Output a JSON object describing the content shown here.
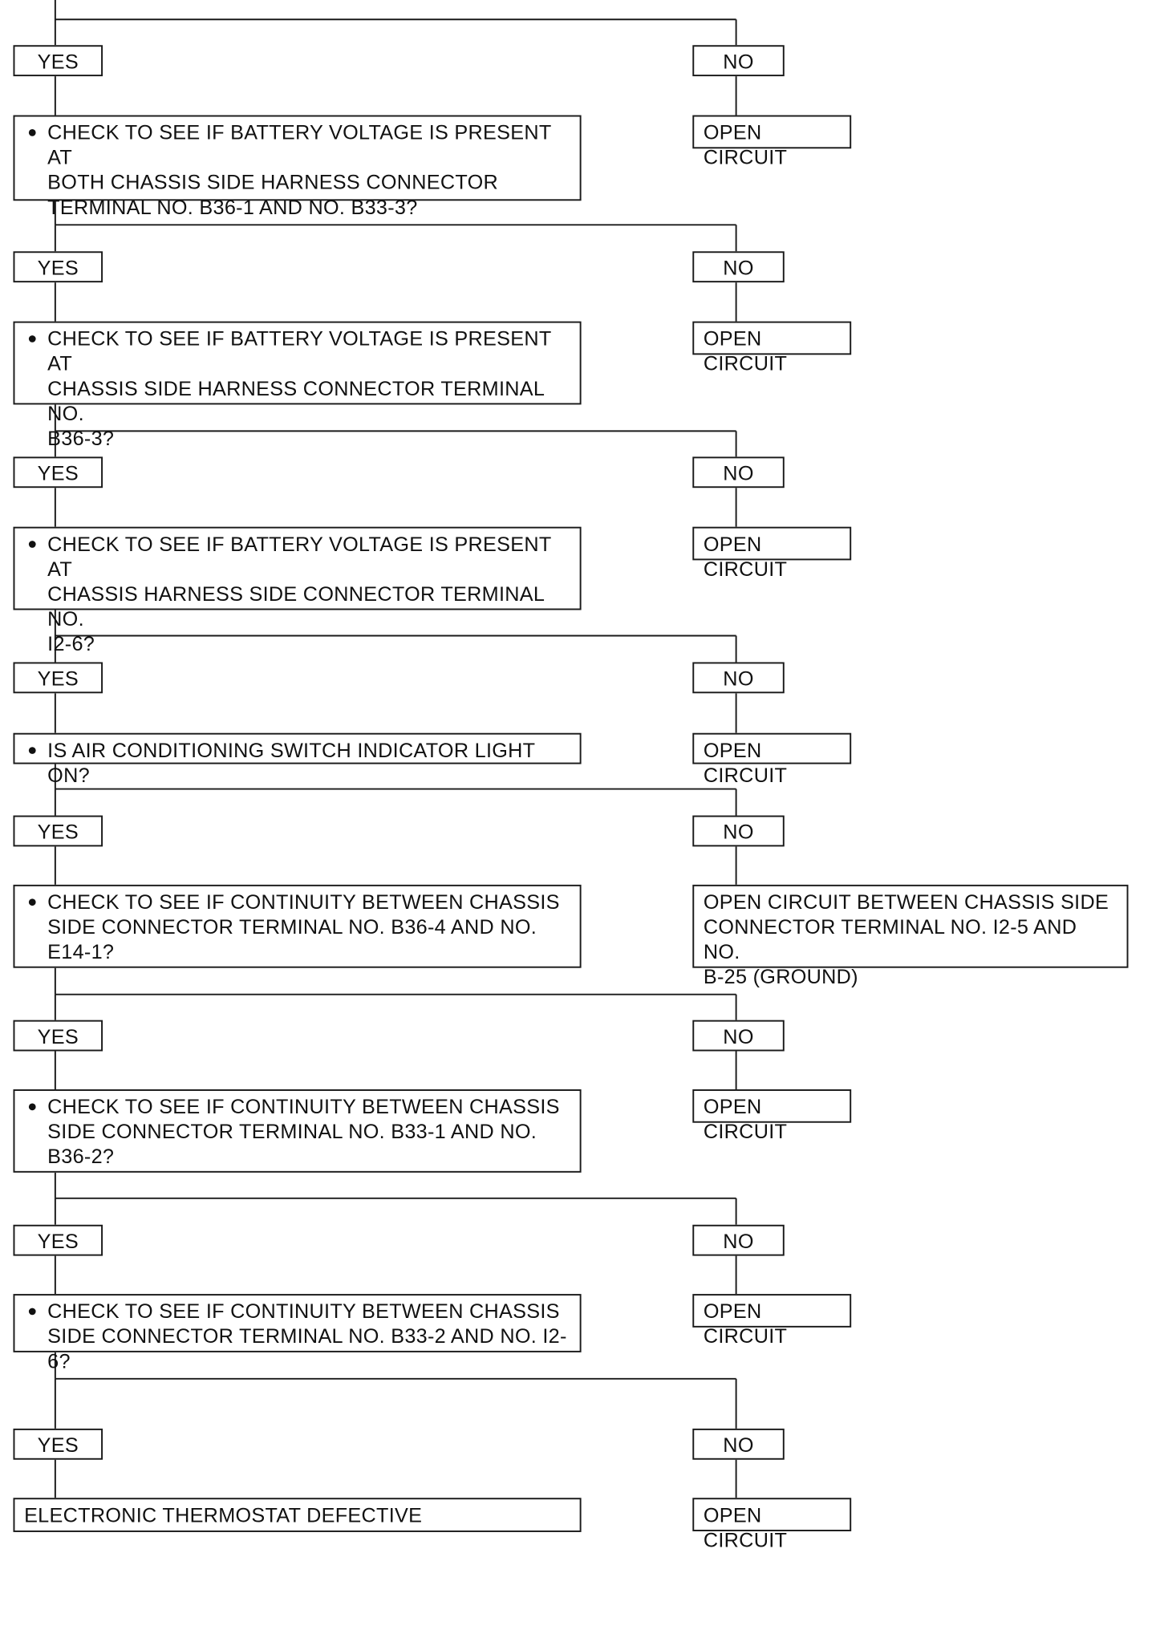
{
  "flowchart": {
    "yes_label": "YES",
    "no_label": "NO",
    "steps": [
      {
        "question": "",
        "bullet": false,
        "no_result": "OPEN CIRCUIT"
      },
      {
        "question": "CHECK TO SEE IF BATTERY VOLTAGE IS PRESENT AT\nBOTH CHASSIS SIDE HARNESS CONNECTOR\nTERMINAL NO. B36-1 AND NO. B33-3?",
        "bullet": true,
        "no_result": "OPEN CIRCUIT"
      },
      {
        "question": "CHECK TO SEE IF BATTERY VOLTAGE IS PRESENT AT\nCHASSIS SIDE HARNESS CONNECTOR TERMINAL NO.\nB36-3?",
        "bullet": true,
        "no_result": "OPEN CIRCUIT"
      },
      {
        "question": "CHECK TO SEE IF BATTERY VOLTAGE IS PRESENT AT\nCHASSIS HARNESS SIDE CONNECTOR TERMINAL NO.\nI2-6?",
        "bullet": true,
        "no_result": "OPEN CIRCUIT"
      },
      {
        "question": "IS AIR CONDITIONING SWITCH INDICATOR LIGHT ON?",
        "bullet": true,
        "no_result": "OPEN CIRCUIT BETWEEN CHASSIS SIDE\nCONNECTOR TERMINAL NO. I2-5 AND NO.\nB-25 (GROUND)"
      },
      {
        "question": "CHECK TO SEE IF CONTINUITY BETWEEN CHASSIS\nSIDE CONNECTOR TERMINAL NO. B36-4 AND NO.\nE14-1?",
        "bullet": true,
        "no_result": "OPEN CIRCUIT"
      },
      {
        "question": "CHECK TO SEE IF CONTINUITY BETWEEN CHASSIS\nSIDE CONNECTOR TERMINAL NO. B33-1 AND NO.\nB36-2?",
        "bullet": true,
        "no_result": "OPEN CIRCUIT"
      },
      {
        "question": "CHECK TO SEE IF CONTINUITY BETWEEN CHASSIS\nSIDE CONNECTOR TERMINAL NO. B33-2 AND NO. I2-6?",
        "bullet": true,
        "no_result": "OPEN CIRCUIT"
      },
      {
        "question": "ELECTRONIC THERMOSTAT DEFECTIVE",
        "bullet": false,
        "no_result": ""
      }
    ]
  }
}
